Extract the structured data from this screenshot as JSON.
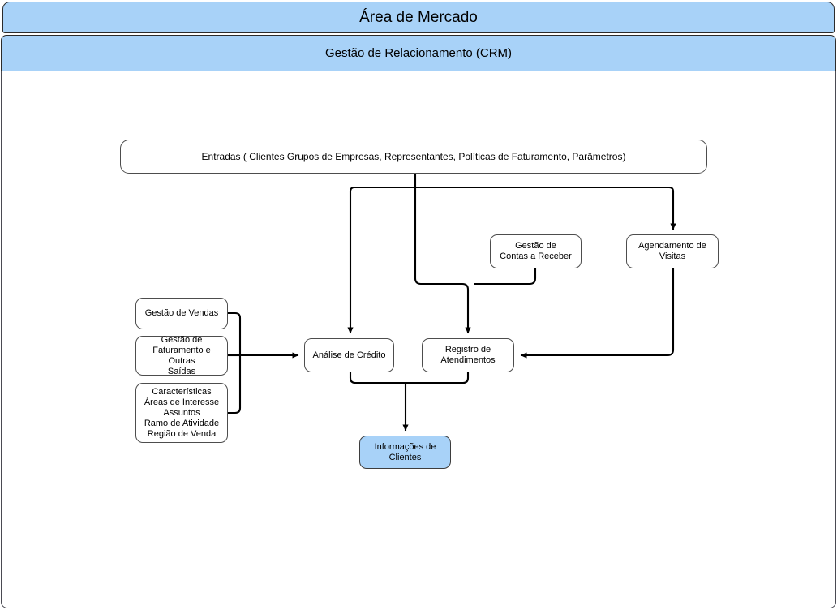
{
  "header": {
    "title": "Área de Mercado",
    "subtitle": "Gestão de Relacionamento (CRM)"
  },
  "colors": {
    "band_fill": "#a8d2f8",
    "node_fill": "#ffffff",
    "accent_node_fill": "#a8d2f8",
    "stroke": "#4d4d4d",
    "wire": "#000000"
  },
  "diagram": {
    "type": "flowchart",
    "nodes": [
      {
        "id": "entradas",
        "label": "Entradas ( Clientes Grupos de Empresas,  Representantes, Políticas de Faturamento, Parâmetros)",
        "kind": "input"
      },
      {
        "id": "contas",
        "label": "Gestão de\nContas a Receber",
        "kind": "process"
      },
      {
        "id": "agendamento",
        "label": "Agendamento de\nVisitas",
        "kind": "process"
      },
      {
        "id": "vendas",
        "label": "Gestão de Vendas",
        "kind": "process"
      },
      {
        "id": "faturamento",
        "label": "Gestão de\nFaturamento e Outras\nSaídas",
        "kind": "process"
      },
      {
        "id": "caracteristicas",
        "label": "Características\nÁreas de Interesse\nAssuntos\nRamo de Atividade\nRegião de Venda",
        "kind": "process"
      },
      {
        "id": "analise",
        "label": "Análise de Crédito",
        "kind": "process"
      },
      {
        "id": "registro",
        "label": "Registro de\nAtendimentos",
        "kind": "process"
      },
      {
        "id": "informacoes",
        "label": "Informações de\nClientes",
        "kind": "output"
      }
    ],
    "edges": [
      {
        "from": "entradas",
        "to": "analise",
        "arrow": true
      },
      {
        "from": "entradas",
        "to": "agendamento",
        "arrow": true
      },
      {
        "from": "entradas",
        "to": "registro",
        "arrow": true
      },
      {
        "from": "contas",
        "to": "registro",
        "arrow": true
      },
      {
        "from": "agendamento",
        "to": "registro",
        "arrow": true
      },
      {
        "from": "vendas",
        "to": "analise",
        "arrow": true
      },
      {
        "from": "faturamento",
        "to": "analise",
        "arrow": true
      },
      {
        "from": "caracteristicas",
        "to": "analise",
        "arrow": true
      },
      {
        "from": "analise",
        "to": "informacoes",
        "arrow": true
      },
      {
        "from": "registro",
        "to": "informacoes",
        "arrow": true
      }
    ]
  }
}
